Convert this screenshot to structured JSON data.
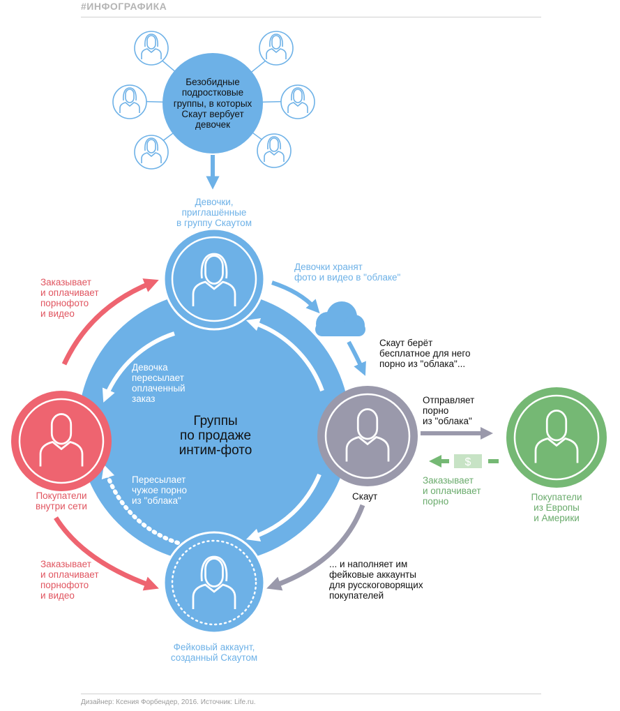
{
  "header": {
    "tag": "#ИНФОГРАФИКА"
  },
  "footer": {
    "credit": "Дизайнер: Ксения Форбендер, 2016. Источник: Life.ru."
  },
  "colors": {
    "blue": "#6db1e7",
    "dark_blue": "#5ea6e2",
    "red": "#ee6470",
    "gray": "#9a99ab",
    "green": "#75b874",
    "text_black": "#111111"
  },
  "top_group": {
    "label_lines": [
      "Безобидные",
      "подростковые",
      "группы, в которых",
      "Скаут вербует",
      "девочек"
    ]
  },
  "invited_girls": {
    "label_lines": [
      "Девочки,",
      "приглашённые",
      "в группу Скаутом"
    ]
  },
  "center_circle": {
    "label_lines": [
      "Группы",
      "по продаже",
      "интим-фото"
    ]
  },
  "cloud_note": {
    "label_lines": [
      "Девочки хранят",
      "фото и видео в  \"облаке\""
    ]
  },
  "scout_takes": {
    "label_lines": [
      "Скаут берёт",
      "бесплатное для него",
      "порно из \"облака\"..."
    ]
  },
  "scout": {
    "label": "Скаут"
  },
  "sends_porn": {
    "label_lines": [
      "Отправляет",
      "порно",
      "из \"облака\""
    ]
  },
  "orders_green": {
    "label_lines": [
      "Заказывает",
      "и оплачивает",
      "порно"
    ]
  },
  "buyers_west": {
    "label_lines": [
      "Покупатели",
      "из Европы",
      "и Америки"
    ]
  },
  "buyers_inside": {
    "label_lines": [
      "Покупатели",
      "внутри сети"
    ]
  },
  "orders_red_top": {
    "label_lines": [
      "Заказывает",
      "и оплачивает",
      "порнофото",
      "и видео"
    ]
  },
  "orders_red_bottom": {
    "label_lines": [
      "Заказывает",
      "и оплачивает",
      "порнофото",
      "и видео"
    ]
  },
  "girl_forwards": {
    "label_lines": [
      "Девочка",
      "пересылает",
      "оплаченный",
      "заказ"
    ]
  },
  "forwards_foreign": {
    "label_lines": [
      "Пересылает",
      "чужое порно",
      "из \"облака\""
    ]
  },
  "fills_fake": {
    "label_lines": [
      "... и наполняет им",
      "фейковые аккаунты",
      "для русскоговорящих",
      "покупателей"
    ]
  },
  "fake_account": {
    "label_lines": [
      "Фейковый аккаунт,",
      "созданный Скаутом"
    ]
  },
  "money_icon": {
    "glyph": "$"
  }
}
